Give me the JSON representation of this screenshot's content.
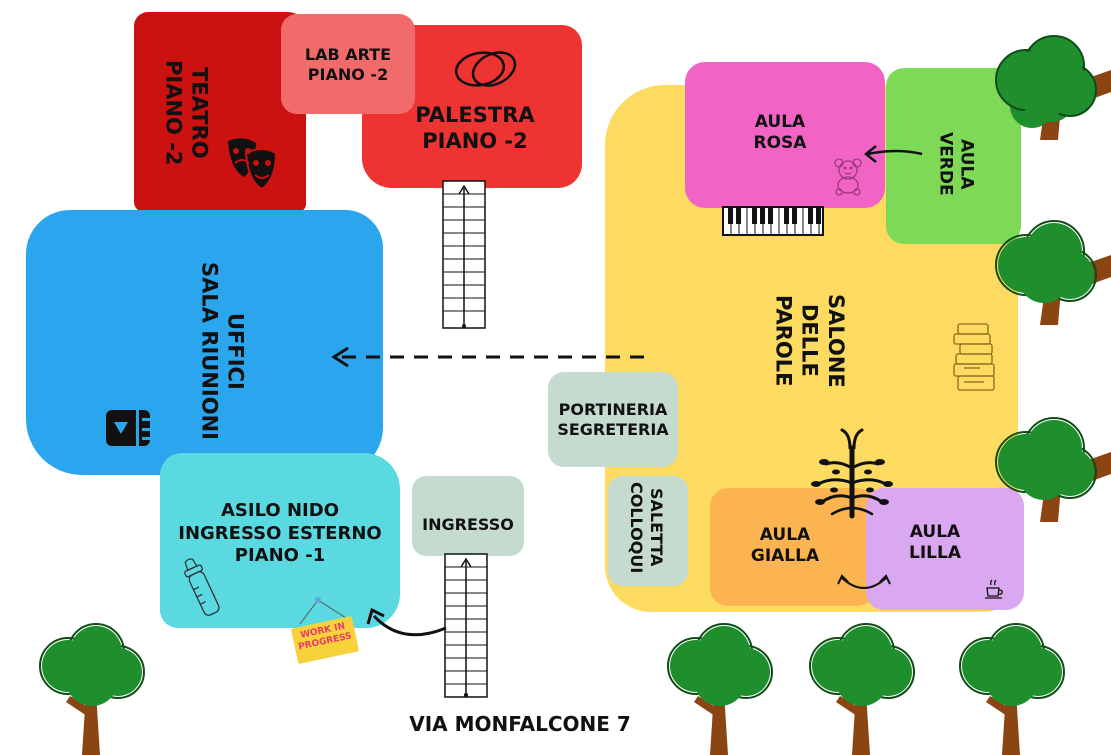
{
  "rooms": {
    "teatro": {
      "line1": "TEATRO",
      "line2": "PIANO -2",
      "color": "#cc1111"
    },
    "lab_arte": {
      "line1": "LAB ARTE",
      "line2": "PIANO -2",
      "color": "#f26b6b"
    },
    "palestra": {
      "line1": "PALESTRA",
      "line2": "PIANO -2",
      "color": "#ee3333"
    },
    "uffici": {
      "line1": "UFFICI",
      "line2": "SALA RIUNIONI",
      "color": "#2aa5ee"
    },
    "asilo_nido": {
      "line1": "ASILO NIDO",
      "line2": "INGRESSO ESTERNO",
      "line3": "PIANO -1",
      "color": "#5ad9e0"
    },
    "ingresso": {
      "label": "INGRESSO",
      "color": "#c5dbd0"
    },
    "portineria": {
      "line1": "PORTINERIA",
      "line2": "SEGRETERIA",
      "color": "#c5dbd0"
    },
    "saletta": {
      "line1": "SALETTA",
      "line2": "COLLOQUI",
      "color": "#c5dbd0"
    },
    "salone": {
      "line1": "SALONE",
      "line2": "DELLE",
      "line3": "PAROLE",
      "color": "#fddb60"
    },
    "aula_rosa": {
      "line1": "AULA",
      "line2": "ROSA",
      "color": "#f263c6"
    },
    "aula_verde": {
      "line1": "AULA",
      "line2": "VERDE",
      "color": "#7ed957"
    },
    "aula_gialla": {
      "line1": "AULA",
      "line2": "GIALLA",
      "color": "#fbb450"
    },
    "aula_lilla": {
      "line1": "AULA",
      "line2": "LILLA",
      "color": "#d9a8f0"
    }
  },
  "sign": {
    "line1": "WORK IN",
    "line2": "PROGRESS",
    "color": "#f7d23a",
    "text_color": "#e83a6a"
  },
  "street": {
    "label": "VIA MONFALCONE 7"
  },
  "icons": [
    "theater-masks-icon",
    "olympic-rings-icon",
    "video-folder-icon",
    "piano-keyboard-icon",
    "teddy-bear-icon",
    "books-stack-icon",
    "tree-roots-icon",
    "baby-bottle-icon",
    "coffee-cup-icon",
    "tree-icon",
    "stairs-icon",
    "arrow-icon"
  ]
}
